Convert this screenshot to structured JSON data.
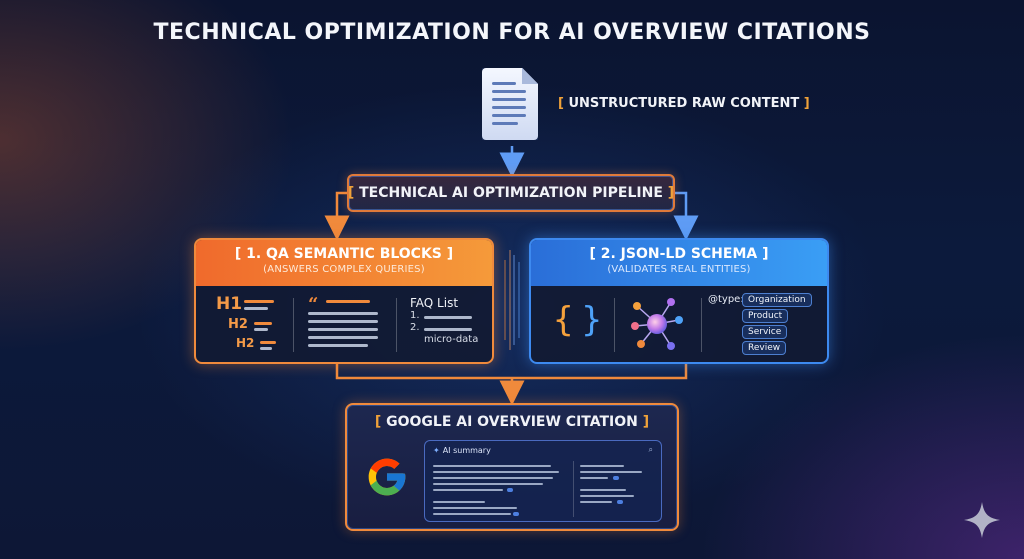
{
  "title": "TECHNICAL OPTIMIZATION FOR AI OVERVIEW CITATIONS",
  "raw_content": {
    "label": "UNSTRUCTURED RAW CONTENT"
  },
  "pipeline": {
    "label": "TECHNICAL AI OPTIMIZATION PIPELINE"
  },
  "qa_blocks": {
    "title": "1. QA SEMANTIC BLOCKS",
    "subtitle": "(ANSWERS COMPLEX QUERIES)",
    "headings": [
      "H1",
      "H2",
      "H2"
    ],
    "quote_mark": "“",
    "faq_title": "FAQ List",
    "faq_numbers": [
      "1.",
      "2."
    ],
    "micro_data": "micro-data"
  },
  "json_ld": {
    "title": "2. JSON-LD SCHEMA",
    "subtitle": "(VALIDATES REAL ENTITIES)",
    "braces_left": "{",
    "braces_right": "}",
    "type_label": "@type:",
    "types": [
      "Organization",
      "Product",
      "Service",
      "Review"
    ]
  },
  "google_citation": {
    "title": "GOOGLE AI OVERVIEW CITATION",
    "summary_label": "AI summary"
  },
  "colors": {
    "orange_accent": "#f08a3c",
    "blue_accent": "#3d8af0",
    "bracket": "#f0a23a",
    "background": "#0c1a3c"
  },
  "icons": [
    "document-icon",
    "down-arrow-icon",
    "braces-icon",
    "network-graph-icon",
    "google-logo-icon",
    "search-icon",
    "sparkle-icon"
  ]
}
